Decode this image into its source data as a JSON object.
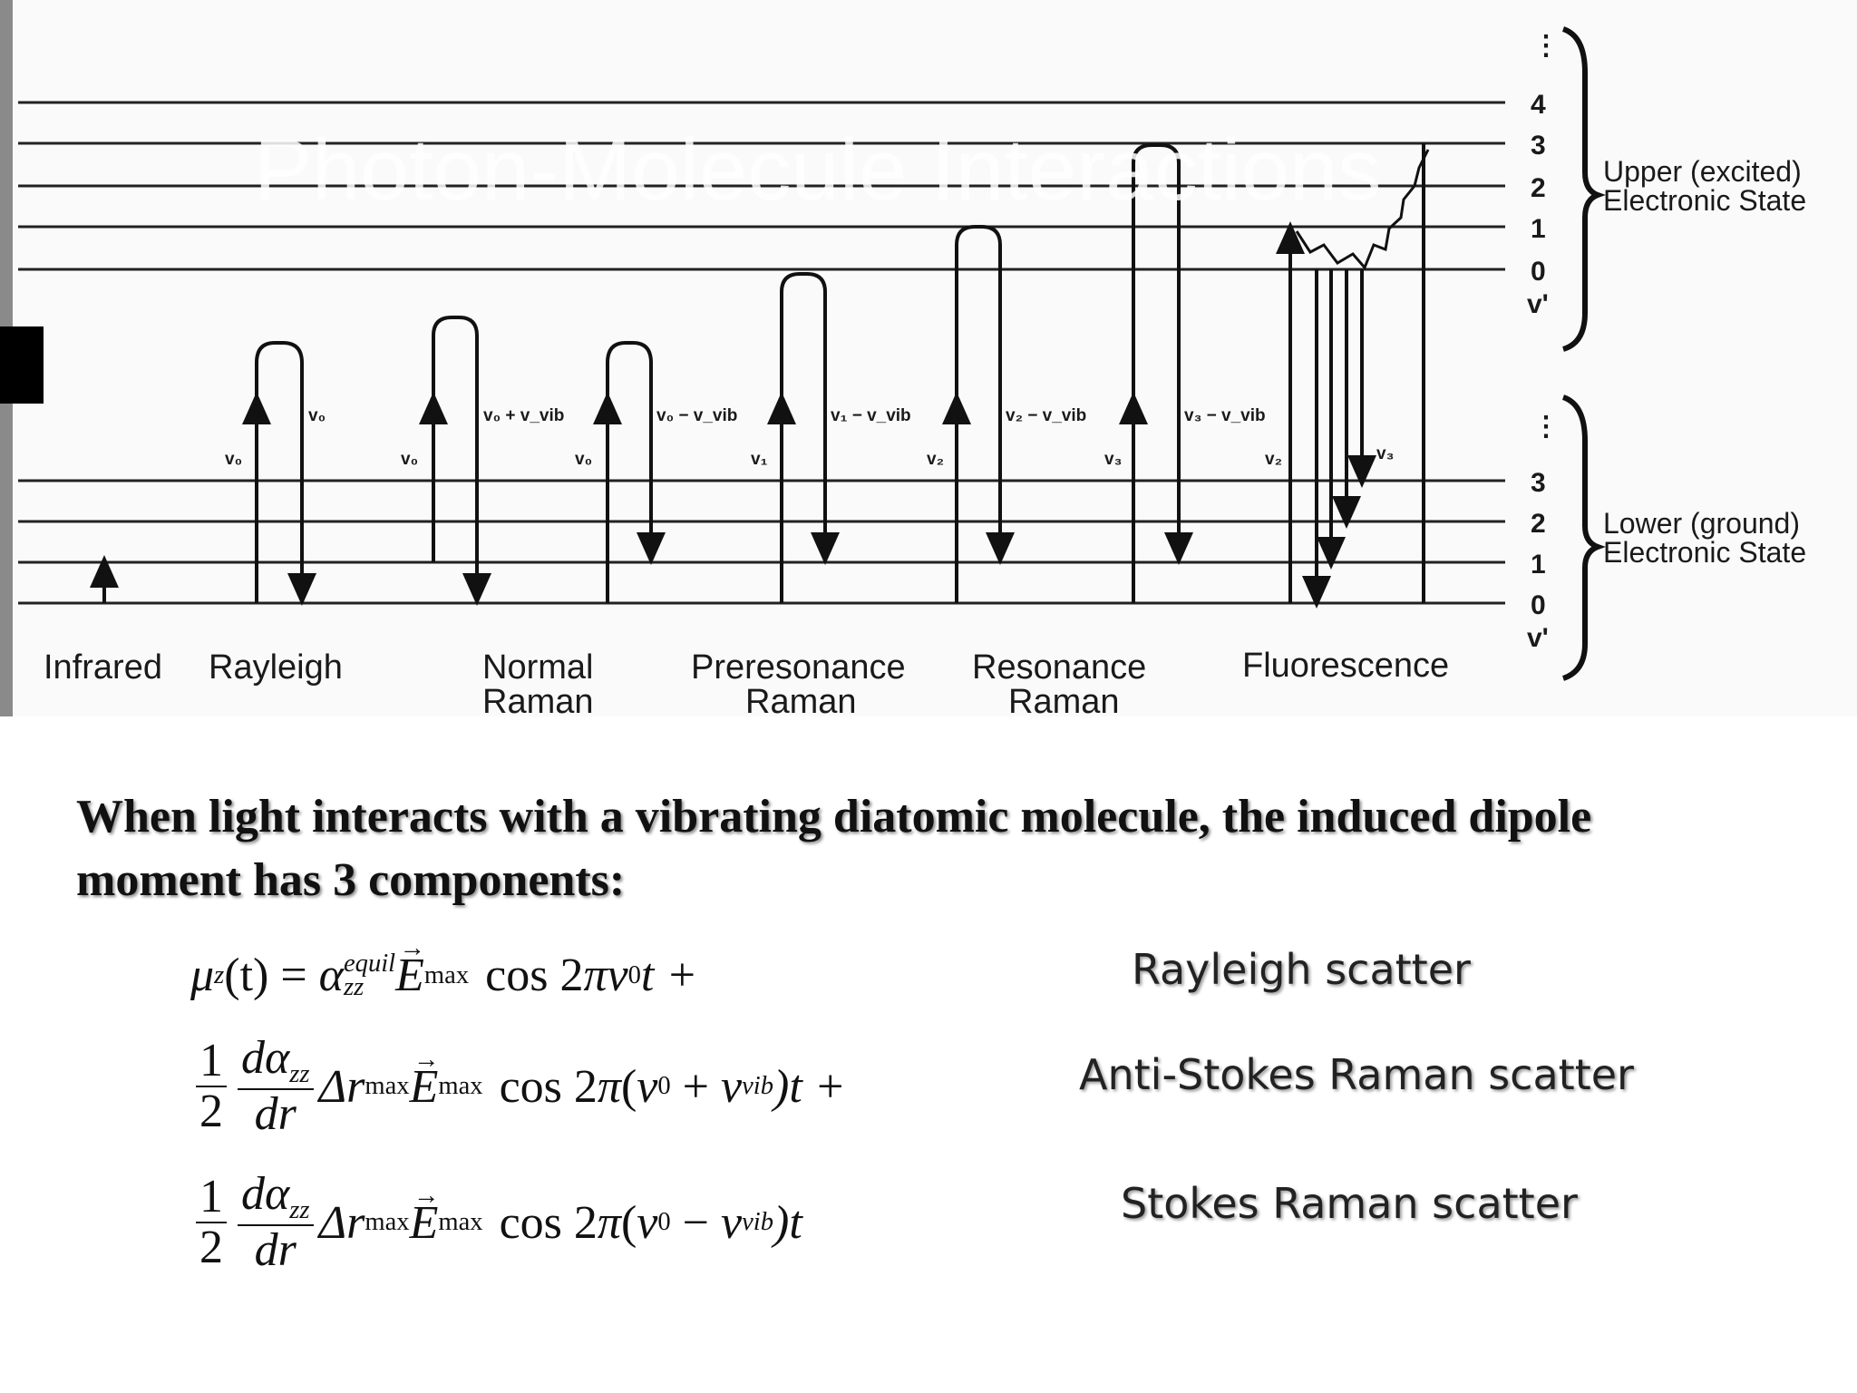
{
  "overlay_title": "Photon-Molecule Interactions",
  "diagram": {
    "upper_state": {
      "levels": [
        "4",
        "3",
        "2",
        "1",
        "0",
        "v'"
      ],
      "label_line1": "Upper (excited)",
      "label_line2": "Electronic State"
    },
    "lower_state": {
      "levels": [
        "3",
        "2",
        "1",
        "0",
        "v'"
      ],
      "label_line1": "Lower (ground)",
      "label_line2": "Electronic State"
    },
    "categories": [
      {
        "line1": "Infrared",
        "line2": ""
      },
      {
        "line1": "Rayleigh",
        "line2": ""
      },
      {
        "line1": "Normal",
        "line2": "Raman"
      },
      {
        "line1": "Preresonance",
        "line2": "Raman"
      },
      {
        "line1": "Resonance",
        "line2": "Raman"
      },
      {
        "line1": "Fluorescence",
        "line2": ""
      }
    ],
    "frequency_labels": {
      "rayleigh_in": "v₀",
      "rayleigh_out": "v₀",
      "normal1_in": "v₀",
      "normal1_out": "v₀ + v_vib",
      "normal2_in": "v₀",
      "normal2_out": "v₀ − v_vib",
      "pre_in": "v₁",
      "pre_out": "v₁ − v_vib",
      "res1_in": "v₂",
      "res1_out": "v₂ − v_vib",
      "res2_in": "v₃",
      "res2_out": "v₃ − v_vib",
      "fluor_in": "v₂",
      "fluor_out": "v₃"
    }
  },
  "intro_text": "When light interacts with a vibrating diatomic molecule, the induced dipole moment has 3 components:",
  "equations": {
    "eq1": {
      "mu": "μ",
      "mu_sub": "z",
      "t": "(t) = ",
      "alpha": "α",
      "alpha_sup": "equil",
      "alpha_sub": "zz",
      "E": "E",
      "E_sub": "max",
      "cos": "cos 2",
      "pi": "π",
      "nu": "ν",
      "nu_sub": "0",
      "tail": "t +"
    },
    "eq2": {
      "half_num": "1",
      "half_den": "2",
      "d_alpha": "dα",
      "d_alpha_sub": "zz",
      "dr": "dr",
      "delta_r": "Δr",
      "r_sub": "max",
      "E": "E",
      "E_sub": "max",
      "cos": "cos 2",
      "pi": "π",
      "open": "(",
      "nu0": "ν",
      "nu0_sub": "0",
      "op": " + ",
      "nuvib": "ν",
      "nuvib_sub": "vib",
      "tail": ")t +"
    },
    "eq3": {
      "half_num": "1",
      "half_den": "2",
      "d_alpha": "dα",
      "d_alpha_sub": "zz",
      "dr": "dr",
      "delta_r": "Δr",
      "r_sub": "max",
      "E": "E",
      "E_sub": "max",
      "cos": "cos 2",
      "pi": "π",
      "open": "(",
      "nu0": "ν",
      "nu0_sub": "0",
      "op": " − ",
      "nuvib": "ν",
      "nuvib_sub": "vib",
      "tail": ")t"
    }
  },
  "scatter_labels": {
    "rayleigh": "Rayleigh scatter",
    "anti_stokes": "Anti-Stokes Raman scatter",
    "stokes": "Stokes Raman scatter"
  }
}
